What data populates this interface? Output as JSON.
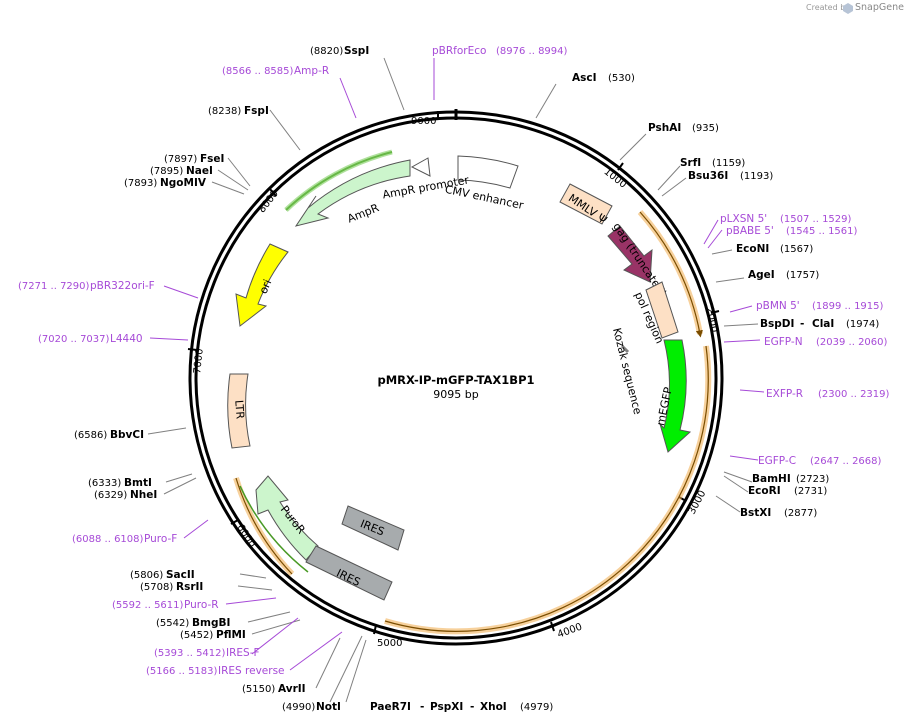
{
  "credit": {
    "prefix": "Created by",
    "brand": "SnapGene"
  },
  "plasmid": {
    "name": "pMRX-IP-mGFP-TAX1BP1",
    "length": "9095 bp"
  },
  "ticks": [
    "1000",
    "2000",
    "3000",
    "4000",
    "5000",
    "6000",
    "7000",
    "8000",
    "9000"
  ],
  "sites": [
    {
      "name": "SspI",
      "pos": "(8820)"
    },
    {
      "name": "AscI",
      "pos": "(530)"
    },
    {
      "name": "PshAI",
      "pos": "(935)"
    },
    {
      "name": "SrfI",
      "pos": "(1159)"
    },
    {
      "name": "Bsu36I",
      "pos": "(1193)"
    },
    {
      "name": "EcoNI",
      "pos": "(1567)"
    },
    {
      "name": "AgeI",
      "pos": "(1757)"
    },
    {
      "name": "BspDI",
      "pos": "(1974)"
    },
    {
      "name": "ClaI",
      "pos": ""
    },
    {
      "name": "BamHI",
      "pos": "(2723)"
    },
    {
      "name": "EcoRI",
      "pos": "(2731)"
    },
    {
      "name": "BstXI",
      "pos": "(2877)"
    },
    {
      "name": "NotI",
      "pos": "(4990)"
    },
    {
      "name": "PaeR7I",
      "pos": ""
    },
    {
      "name": "PspXI",
      "pos": ""
    },
    {
      "name": "XhoI",
      "pos": "(4979)"
    },
    {
      "name": "AvrII",
      "pos": "(5150)"
    },
    {
      "name": "PflMI",
      "pos": "(5452)"
    },
    {
      "name": "BmgBI",
      "pos": "(5542)"
    },
    {
      "name": "RsrII",
      "pos": "(5708)"
    },
    {
      "name": "SacII",
      "pos": "(5806)"
    },
    {
      "name": "NheI",
      "pos": "(6329)"
    },
    {
      "name": "BmtI",
      "pos": "(6333)"
    },
    {
      "name": "BbvCI",
      "pos": "(6586)"
    },
    {
      "name": "NgoMIV",
      "pos": "(7893)"
    },
    {
      "name": "NaeI",
      "pos": "(7895)"
    },
    {
      "name": "FseI",
      "pos": "(7897)"
    },
    {
      "name": "FspI",
      "pos": "(8238)"
    }
  ],
  "primers": [
    {
      "name": "pBRforEco",
      "pos": "(8976 .. 8994)"
    },
    {
      "name": "Amp-R",
      "pos": "(8566 .. 8585)"
    },
    {
      "name": "pLXSN 5'",
      "pos": "(1507 .. 1529)"
    },
    {
      "name": "pBABE 5'",
      "pos": "(1545 .. 1561)"
    },
    {
      "name": "pBMN 5'",
      "pos": "(1899 .. 1915)"
    },
    {
      "name": "EGFP-N",
      "pos": "(2039 .. 2060)"
    },
    {
      "name": "EXFP-R",
      "pos": "(2300 .. 2319)"
    },
    {
      "name": "EGFP-C",
      "pos": "(2647 .. 2668)"
    },
    {
      "name": "Puro-F",
      "pos": "(6088 .. 6108)"
    },
    {
      "name": "Puro-R",
      "pos": "(5592 .. 5611)"
    },
    {
      "name": "IRES-F",
      "pos": "(5393 .. 5412)"
    },
    {
      "name": "IRES reverse",
      "pos": "(5166 .. 5183)"
    },
    {
      "name": "pBR322ori-F",
      "pos": "(7271 .. 7290)"
    },
    {
      "name": "L4440",
      "pos": "(7020 .. 7037)"
    }
  ],
  "features": [
    {
      "name": "CMV enhancer",
      "color": "#ffffff"
    },
    {
      "name": "AmpR promoter",
      "color": "#ffffff"
    },
    {
      "name": "AmpR",
      "color": "#ccf5cc"
    },
    {
      "name": "ori",
      "color": "#ffff00"
    },
    {
      "name": "LTR",
      "color": "#fde0c5"
    },
    {
      "name": "PuroR",
      "color": "#ccf5cc"
    },
    {
      "name": "IRES",
      "color": "#a7abad"
    },
    {
      "name": "IRES",
      "color": "#a7abad"
    },
    {
      "name": "MMLV Ψ",
      "color": "#fde0c5"
    },
    {
      "name": "gag (truncated)",
      "color": "#993366"
    },
    {
      "name": "pol region",
      "color": "#fde0c5"
    },
    {
      "name": "Kozak sequence",
      "color": "#808080"
    },
    {
      "name": "mEGFP",
      "color": "#00ee00"
    }
  ]
}
